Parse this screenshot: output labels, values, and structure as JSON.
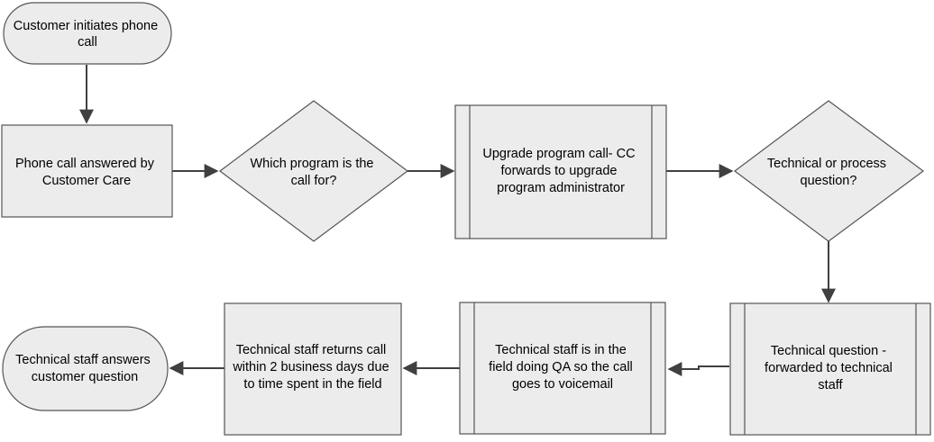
{
  "colors": {
    "shape_fill": "#ececec",
    "shape_stroke": "#555555",
    "connector": "#404040",
    "text": "#000000"
  },
  "nodes": {
    "start": {
      "lines": [
        "Customer initiates phone",
        "call"
      ]
    },
    "answered": {
      "lines": [
        "Phone call answered by",
        "Customer Care"
      ]
    },
    "which": {
      "lines": [
        "Which program is the",
        "call for?"
      ]
    },
    "upgrade": {
      "lines": [
        "Upgrade program call- CC",
        "forwards to upgrade",
        "program administrator"
      ]
    },
    "tech_or_proc": {
      "lines": [
        "Technical or process",
        "question?"
      ]
    },
    "tech_q": {
      "lines": [
        "Technical question -",
        "forwarded to technical",
        "staff"
      ]
    },
    "voicemail": {
      "lines": [
        "Technical staff is in the",
        "field doing QA so the call",
        "goes to voicemail"
      ]
    },
    "returns": {
      "lines": [
        "Technical staff returns call",
        "within 2 business days due",
        "to time spent in the field"
      ]
    },
    "end": {
      "lines": [
        "Technical staff answers",
        "customer question"
      ]
    }
  }
}
